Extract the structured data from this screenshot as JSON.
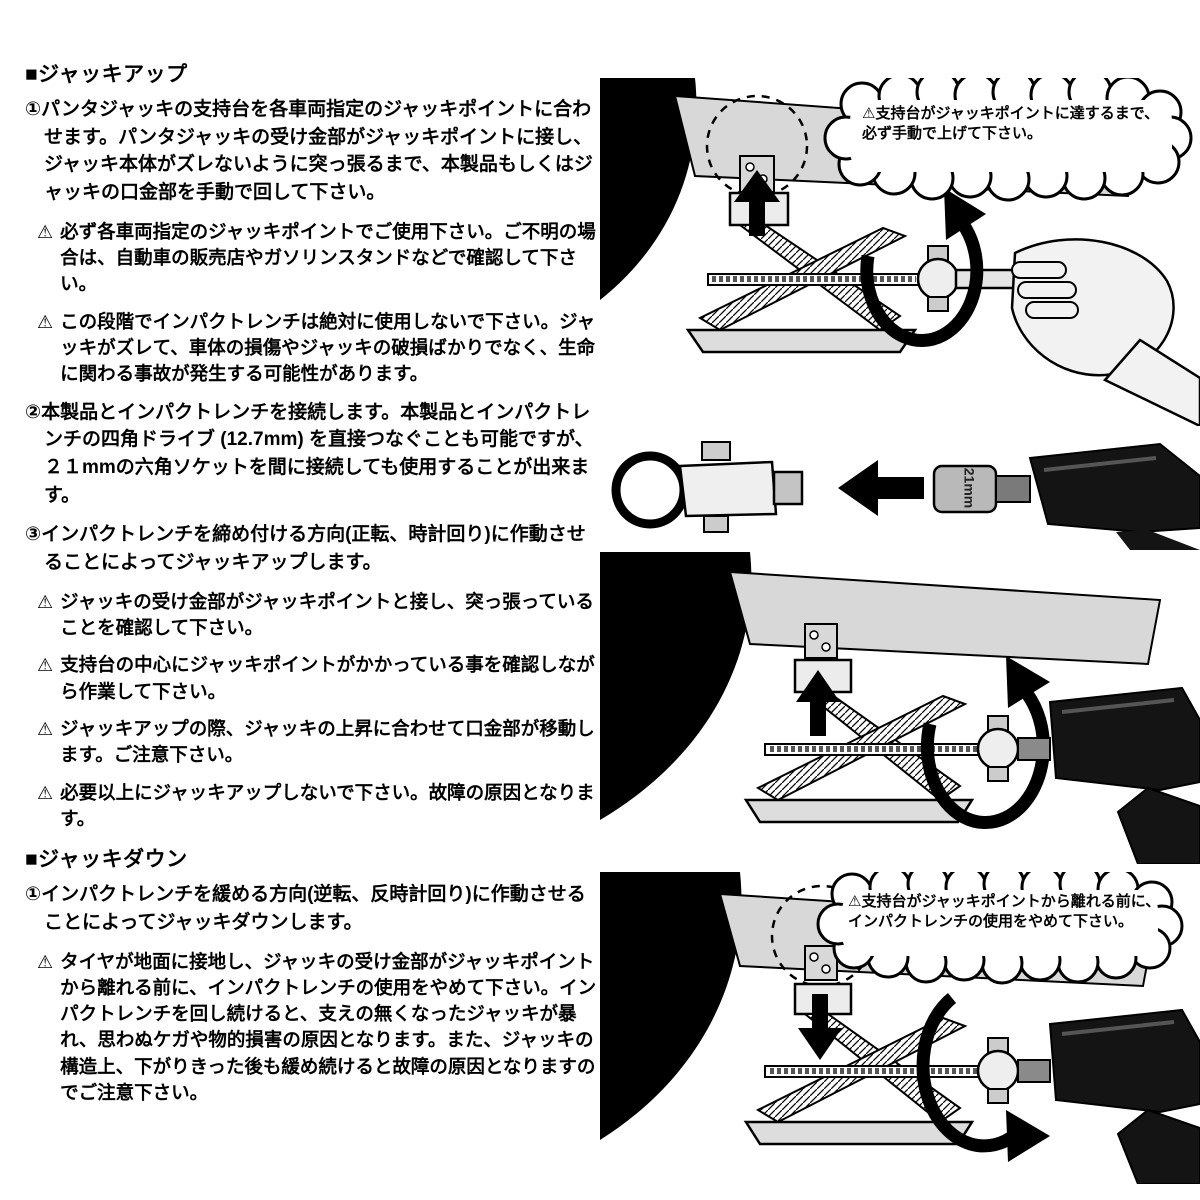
{
  "doc": {
    "lang": "ja",
    "bg_color": "#ffffff",
    "text_color": "#000000"
  },
  "warning_symbol": "⚠",
  "jack_up": {
    "heading": "■ジャッキアップ",
    "step1": "①パンタジャッキの支持台を各車両指定のジャッキポイントに合わせます。パンタジャッキの受け金部がジャッキポイントに接し、ジャッキ本体がズレないように突っ張るまで、本製品もしくはジャッキの口金部を手動で回して下さい。",
    "step1_warnings": [
      "必ず各車両指定のジャッキポイントでご使用下さい。ご不明の場合は、自動車の販売店やガソリンスタンドなどで確認して下さい。",
      "この段階でインパクトレンチは絶対に使用しないで下さい。ジャッキがズレて、車体の損傷やジャッキの破損ばかりでなく、生命に関わる事故が発生する可能性があります。"
    ],
    "step2": "②本製品とインパクトレンチを接続します。本製品とインパクトレンチの四角ドライブ (12.7mm) を直接つなぐことも可能ですが、２１mmの六角ソケットを間に接続しても使用することが出来ます。",
    "step3": "③インパクトレンチを締め付ける方向(正転、時計回り)に作動させることによってジャッキアップします。",
    "step3_warnings": [
      "ジャッキの受け金部がジャッキポイントと接し、突っ張っていることを確認して下さい。",
      "支持台の中心にジャッキポイントがかかっている事を確認しながら作業して下さい。",
      "ジャッキアップの際、ジャッキの上昇に合わせて口金部が移動します。ご注意下さい。",
      "必要以上にジャッキアップしないで下さい。故障の原因となります。"
    ]
  },
  "jack_down": {
    "heading": "■ジャッキダウン",
    "step1": "①インパクトレンチを緩める方向(逆転、反時計回り)に作動させることによってジャッキダウンします。",
    "warnings": [
      "タイヤが地面に接地し、ジャッキの受け金部がジャッキポイントから離れる前に、インパクトレンチの使用をやめて下さい。インパクトレンチを回し続けると、支えの無くなったジャッキが暴れ、思わぬケガや物的損害の原因となります。また、ジャッキの構造上、下がりきった後も緩め続けると故障の原因となりますのでご注意下さい。"
    ]
  },
  "callouts": {
    "jack_up_manual": "⚠支持台がジャッキポイントに達するまで、必ず手動で上げて下さい。",
    "jack_down_stop": "⚠支持台がジャッキポイントから離れる前に、インパクトレンチの使用をやめて下さい。"
  },
  "figure_labels": {
    "socket_size": "21mm"
  }
}
